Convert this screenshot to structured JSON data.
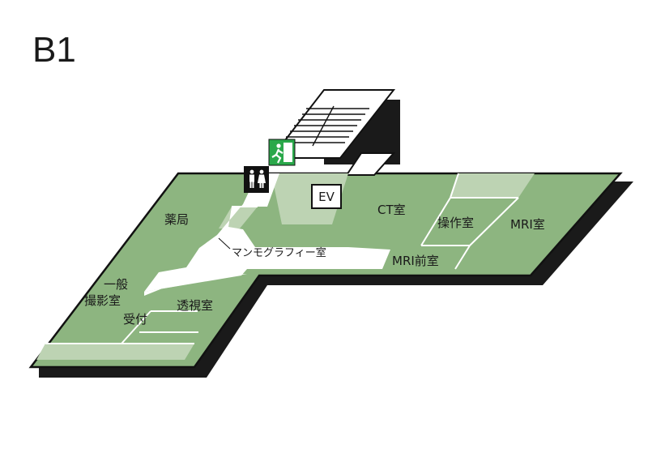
{
  "floor": {
    "label": "B1"
  },
  "rooms": {
    "pharmacy": "薬局",
    "mammography": "マンモグラフィー室",
    "ct": "CT室",
    "control": "操作室",
    "mri": "MRI室",
    "mri_front": "MRI前室",
    "general_xray_line1": "一般",
    "general_xray_line2": "撮影室",
    "reception": "受付",
    "fluoroscopy": "透視室"
  },
  "facilities": {
    "elevator": "EV"
  },
  "icons": {
    "restroom": "restroom-icon",
    "emergency_exit": "emergency-exit-icon",
    "stairs": "stairs-icon"
  },
  "colors": {
    "room": "#8db580",
    "light_room": "#bdd3b3",
    "shadow": "#1a1a1a",
    "corridor": "#ffffff",
    "exit_green": "#2aa84a",
    "outline": "#111111"
  }
}
